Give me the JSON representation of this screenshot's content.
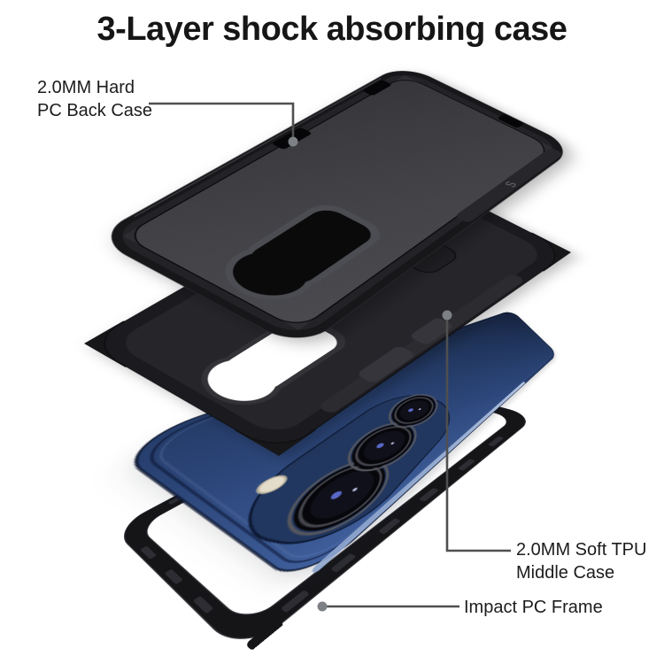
{
  "title": "3-Layer shock absorbing case",
  "annotations": {
    "back_case": {
      "line1": "2.0MM Hard",
      "line2": "PC Back Case"
    },
    "middle_case": {
      "line1": "2.0MM Soft TPU",
      "line2": "Middle Case"
    },
    "frame": {
      "label": "Impact PC Frame"
    }
  },
  "case_markings": {
    "side_logo": "S"
  },
  "colors": {
    "background": "#ffffff",
    "text": "#1c1c1c",
    "leader_line": "#4f4f4f",
    "leader_dot": "#7d8084",
    "case_black": "#1a1a1d",
    "tpu_black": "#1b1b1f",
    "frame_black": "#151518",
    "phone_navy": "#2c4679",
    "phone_navy_light": "#41619f",
    "phone_navy_dark": "#141f3a"
  }
}
